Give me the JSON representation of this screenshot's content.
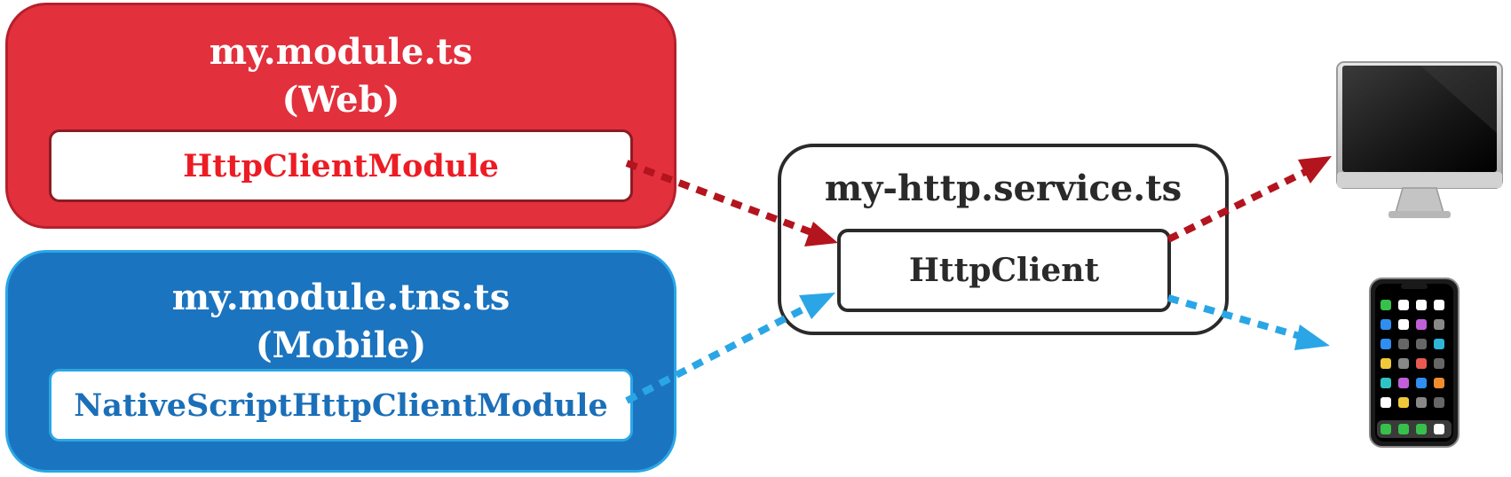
{
  "web_module": {
    "title_line1": "my.module.ts",
    "title_line2": "(Web)",
    "inner_label": "HttpClientModule",
    "color": "#e3303d",
    "label_color": "#ec1c24"
  },
  "mobile_module": {
    "title_line1": "my.module.tns.ts",
    "title_line2": "(Mobile)",
    "inner_label": "NativeScriptHttpClientModule",
    "color": "#1b74bf",
    "label_color": "#1b6fb8"
  },
  "service": {
    "title": "my-http.service.ts",
    "inner_label": "HttpClient"
  },
  "targets": {
    "desktop_icon": "desktop-computer-icon",
    "phone_icon": "mobile-phone-icon"
  },
  "arrows": {
    "web_color": "#b3141d",
    "mobile_color": "#2aa6e6"
  }
}
